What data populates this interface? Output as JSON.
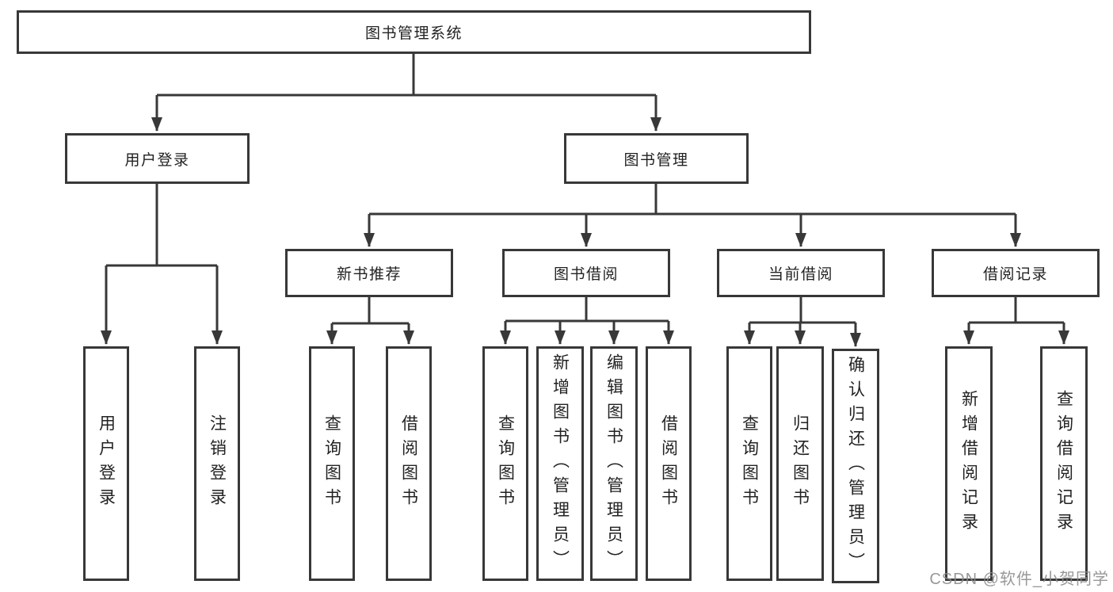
{
  "tree": {
    "root": "图书管理系统",
    "branches": [
      {
        "label": "用户登录",
        "children": [
          "用户登录",
          "注销登录"
        ]
      },
      {
        "label": "图书管理",
        "children": [
          {
            "label": "新书推荐",
            "children": [
              "查询图书",
              "借阅图书"
            ]
          },
          {
            "label": "图书借阅",
            "children": [
              "查询图书",
              "新增图书（管理员）",
              "编辑图书（管理员）",
              "借阅图书"
            ]
          },
          {
            "label": "当前借阅",
            "children": [
              "查询图书",
              "归还图书",
              "确认归还（管理员）"
            ]
          },
          {
            "label": "借阅记录",
            "children": [
              "新增借阅记录",
              "查询借阅记录"
            ]
          }
        ]
      }
    ]
  },
  "watermark": "CSDN @软件_小贺同学",
  "colors": {
    "line": "#383838",
    "text": "#222222",
    "watermark": "#8a8a8a",
    "background": "#ffffff"
  }
}
